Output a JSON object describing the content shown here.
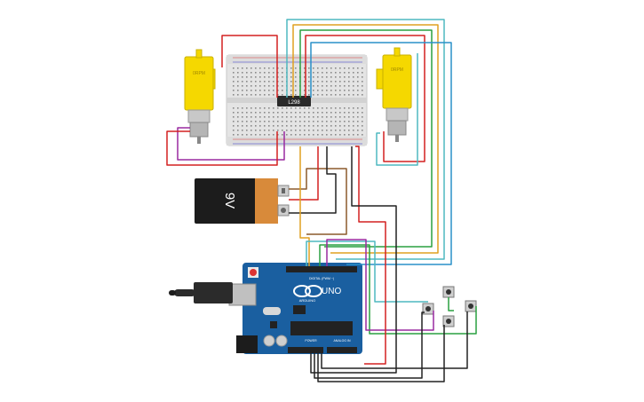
{
  "circuit": {
    "breadboard": {
      "chip_label": "L298"
    },
    "motors": [
      {
        "id": "motor-left",
        "label": "0RPM"
      },
      {
        "id": "motor-right",
        "label": "0RPM"
      }
    ],
    "battery": {
      "label": "9V"
    },
    "arduino": {
      "model_label": "UNO",
      "brand_label": "ARDUINO",
      "digital_label": "DIGITAL (PWM ~)",
      "power_label": "POWER",
      "analog_label": "ANALOG IN"
    },
    "buttons_count": 4,
    "colors": {
      "breadboard": "#e6e6e6",
      "motor": "#f5d800",
      "arduino": "#1a5fa0",
      "battery_body": "#1c1c1c",
      "battery_cap": "#d88a3a",
      "wire_red": "#d32020",
      "wire_teal": "#4fb8c0",
      "wire_orange": "#e0a020",
      "wire_green": "#2aa040",
      "wire_purple": "#9a2aa0",
      "wire_black": "#222222",
      "wire_brown": "#8b5a2b"
    }
  }
}
